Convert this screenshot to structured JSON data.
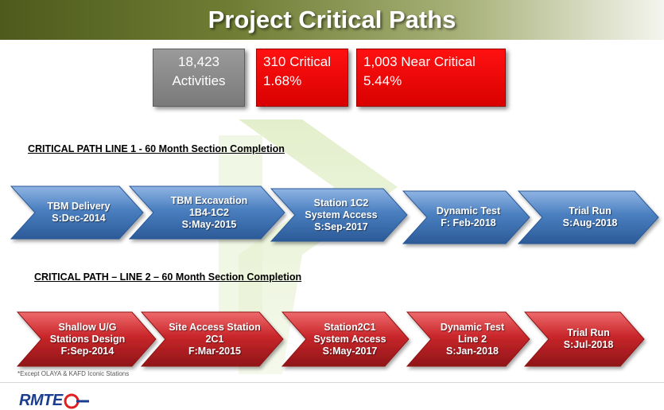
{
  "title": "Project Critical Paths",
  "stats": [
    {
      "line1": "18,423",
      "line2": "Activities",
      "color": "#888888"
    },
    {
      "line1": "310 Critical",
      "line2": "1.68%",
      "color": "#ee0000"
    },
    {
      "line1": "1,003 Near Critical",
      "line2": "5.44%",
      "color": "#ee0000"
    }
  ],
  "line1": {
    "heading": "CRITICAL PATH  LINE 1 - 60 Month Section Completion",
    "color": "#4a7fc0",
    "steps": [
      {
        "lines": [
          "TBM Delivery",
          "S:Dec-2014"
        ]
      },
      {
        "lines": [
          "TBM Excavation",
          "1B4-1C2",
          "S:May-2015"
        ]
      },
      {
        "lines": [
          "Station 1C2",
          "System Access",
          "S:Sep-2017"
        ]
      },
      {
        "lines": [
          "Dynamic Test",
          "F: Feb-2018"
        ]
      },
      {
        "lines": [
          "Trial Run",
          "S:Aug-2018"
        ]
      }
    ]
  },
  "line2": {
    "heading": "CRITICAL PATH – LINE 2 – 60 Month Section Completion",
    "color": "#c8262a",
    "steps": [
      {
        "lines": [
          "Shallow U/G",
          "Stations Design",
          "F:Sep-2014"
        ]
      },
      {
        "lines": [
          "Site Access Station",
          "2C1",
          "F:Mar-2015"
        ]
      },
      {
        "lines": [
          "Station2C1",
          "System Access",
          "S:May-2017"
        ]
      },
      {
        "lines": [
          "Dynamic Test",
          "Line 2",
          "S:Jan-2018"
        ]
      },
      {
        "lines": [
          "Trial Run",
          "S:Jul-2018"
        ]
      }
    ]
  },
  "footnote": "*Except OLAYA & KAFD Iconic Stations",
  "logo_text": "RMTE",
  "logo_icon": "rmtc-circle-logo"
}
